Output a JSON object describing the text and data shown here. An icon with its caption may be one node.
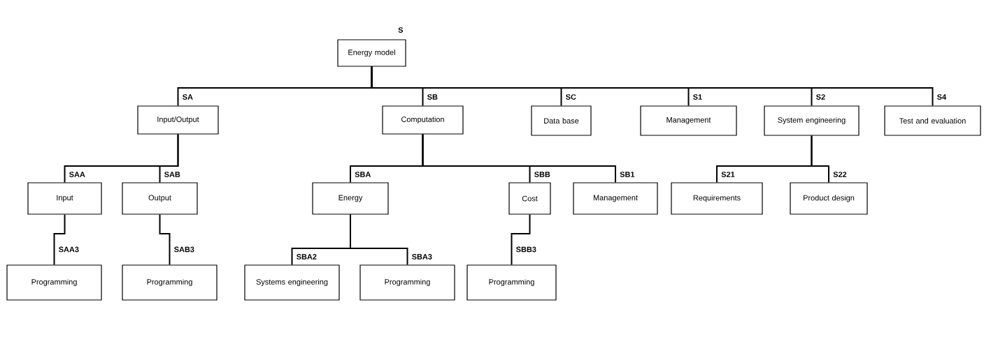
{
  "diagram": {
    "nodes": [
      {
        "text": [
          "Energy model"
        ],
        "beside": [
          "S"
        ]
      },
      {
        "text": [
          "Input/Output"
        ],
        "beside": [
          "SA"
        ]
      },
      {
        "text": [
          "Computation"
        ],
        "beside": [
          "SB"
        ]
      },
      {
        "text": [
          "Data base"
        ],
        "beside": [
          "SC"
        ]
      },
      {
        "text": [
          "Management"
        ],
        "beside": [
          "S1"
        ]
      },
      {
        "text": [
          "System engineering"
        ],
        "beside": [
          "S2"
        ]
      },
      {
        "text": [
          "Test and evaluation"
        ],
        "beside": [
          "S4"
        ]
      },
      {
        "text": [
          "Input"
        ],
        "beside": [
          "SAA"
        ]
      },
      {
        "text": [
          "Output"
        ],
        "beside": [
          "SAB"
        ]
      },
      {
        "text": [
          "Energy"
        ],
        "beside": [
          "SBA"
        ]
      },
      {
        "text": [
          "Cost"
        ],
        "beside": [
          "SBB"
        ]
      },
      {
        "text": [
          "Management"
        ],
        "beside": [
          "SB1"
        ]
      },
      {
        "text": [
          "Requirements"
        ],
        "beside": [
          "S21"
        ]
      },
      {
        "text": [
          "Product design"
        ],
        "beside": [
          "S22"
        ]
      },
      {
        "text": [
          "Programming"
        ],
        "beside": [
          "SAA3"
        ]
      },
      {
        "text": [
          "Programming"
        ],
        "beside": [
          "SAB3"
        ]
      },
      {
        "text": [
          "Systems engineering"
        ],
        "beside": [
          "SBA2"
        ]
      },
      {
        "text": [
          "Programming"
        ],
        "beside": [
          "SBA3"
        ]
      },
      {
        "text": [
          "Programming"
        ],
        "beside": [
          "SBB3"
        ]
      }
    ],
    "edges": [
      {
        "from": 0,
        "to": 1,
        "arrow": "none"
      },
      {
        "from": 0,
        "to": 2,
        "arrow": "none"
      },
      {
        "from": 0,
        "to": 3,
        "arrow": "none"
      },
      {
        "from": 0,
        "to": 4,
        "arrow": "none"
      },
      {
        "from": 0,
        "to": 5,
        "arrow": "none"
      },
      {
        "from": 0,
        "to": 6,
        "arrow": "none"
      },
      {
        "from": 1,
        "to": 7,
        "arrow": "none"
      },
      {
        "from": 1,
        "to": 8,
        "arrow": "none"
      },
      {
        "from": 2,
        "to": 9,
        "arrow": "none"
      },
      {
        "from": 2,
        "to": 10,
        "arrow": "none"
      },
      {
        "from": 2,
        "to": 11,
        "arrow": "none"
      },
      {
        "from": 5,
        "to": 12,
        "arrow": "none"
      },
      {
        "from": 5,
        "to": 13,
        "arrow": "none"
      },
      {
        "from": 7,
        "to": 14,
        "arrow": "none"
      },
      {
        "from": 8,
        "to": 15,
        "arrow": "none"
      },
      {
        "from": 9,
        "to": 16,
        "arrow": "none"
      },
      {
        "from": 9,
        "to": 17,
        "arrow": "none"
      },
      {
        "from": 10,
        "to": 18,
        "arrow": "none"
      }
    ]
  }
}
